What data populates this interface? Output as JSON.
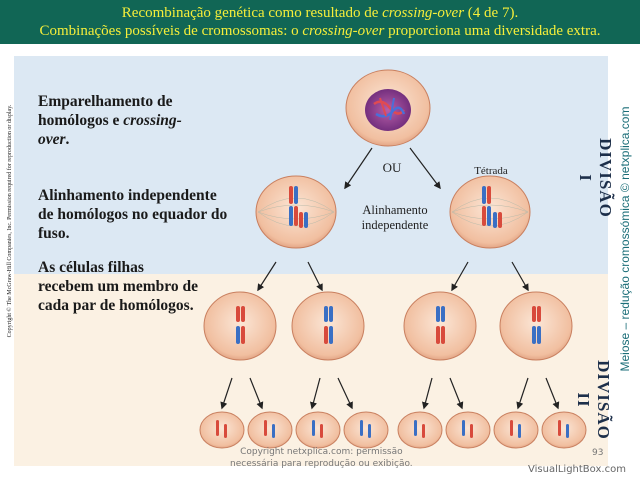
{
  "header": {
    "line1_pre": "Recombinação genética como resultado de ",
    "line1_em": "crossing-over",
    "line1_post": " (4 de 7).",
    "line2_pre": "Combinações possíveis de cromossomas:  o ",
    "line2_em": "crossing-over",
    "line2_post": " proporciona uma diversidade extra."
  },
  "stages": {
    "pairing_pre": "Emparelhamento de homólogos e ",
    "pairing_em": "crossing-over",
    "pairing_post": ".",
    "alignment": "Alinhamento independente de homólogos no equador do fuso.",
    "daughters": "As células filhas recebem um membro de cada par de homólogos."
  },
  "labels": {
    "ou": "OU",
    "tetrada": "Tétrada",
    "alinhamento": "Alinhamento independente"
  },
  "divisions": {
    "one": "DIVISÃO I",
    "two": "DIVISÃO II"
  },
  "side_text": {
    "copyright_left": "Copyright © The McGraw-Hill Companies, Inc. Permission required for reproduction or display.",
    "right_caption": "Meiose – redução cromossómica © netxplica.com"
  },
  "footer": {
    "copyright_line1": "Copyright netxplica.com: permissão",
    "copyright_line2": "necessária para reprodução ou exibição.",
    "page_number": "93",
    "watermark": "VisualLightBox.com"
  },
  "colors": {
    "header_bg": "#116655",
    "header_text": "#f5ee3a",
    "band_top": "#dce8f3",
    "band_bottom": "#fbf1e3",
    "cell_fill": "#f4c9a8",
    "chromosome_red": "#d84a3c",
    "chromosome_blue": "#3a6fc4"
  }
}
